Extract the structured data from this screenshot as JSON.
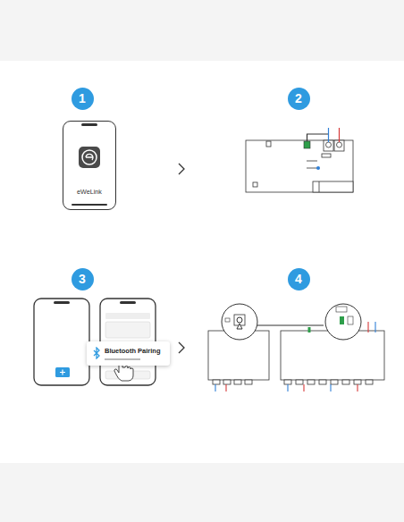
{
  "diagram": {
    "nodes": [
      {
        "text": [
          "1"
        ]
      },
      {
        "text": [
          "2"
        ]
      },
      {
        "text": [
          "3"
        ]
      },
      {
        "text": [
          "4"
        ]
      },
      {
        "text": [
          "eWeLink"
        ]
      },
      {
        "text": [
          "Bluetooth Pairing"
        ]
      }
    ]
  }
}
